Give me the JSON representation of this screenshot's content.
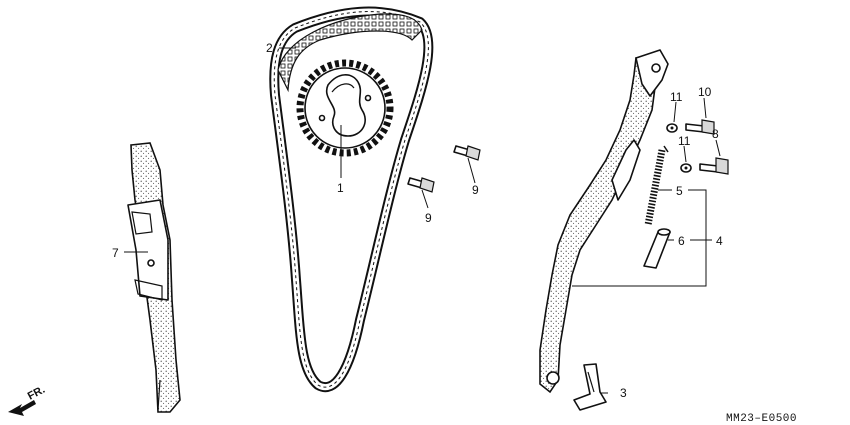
{
  "callouts": {
    "c1": "1",
    "c2": "2",
    "c3": "3",
    "c4": "4",
    "c5": "5",
    "c6": "6",
    "c7": "7",
    "c8": "8",
    "c9a": "9",
    "c9b": "9",
    "c10": "10",
    "c11a": "11",
    "c11b": "11"
  },
  "direction": {
    "label": "FR."
  },
  "diagram_code": "MM23–E0500"
}
